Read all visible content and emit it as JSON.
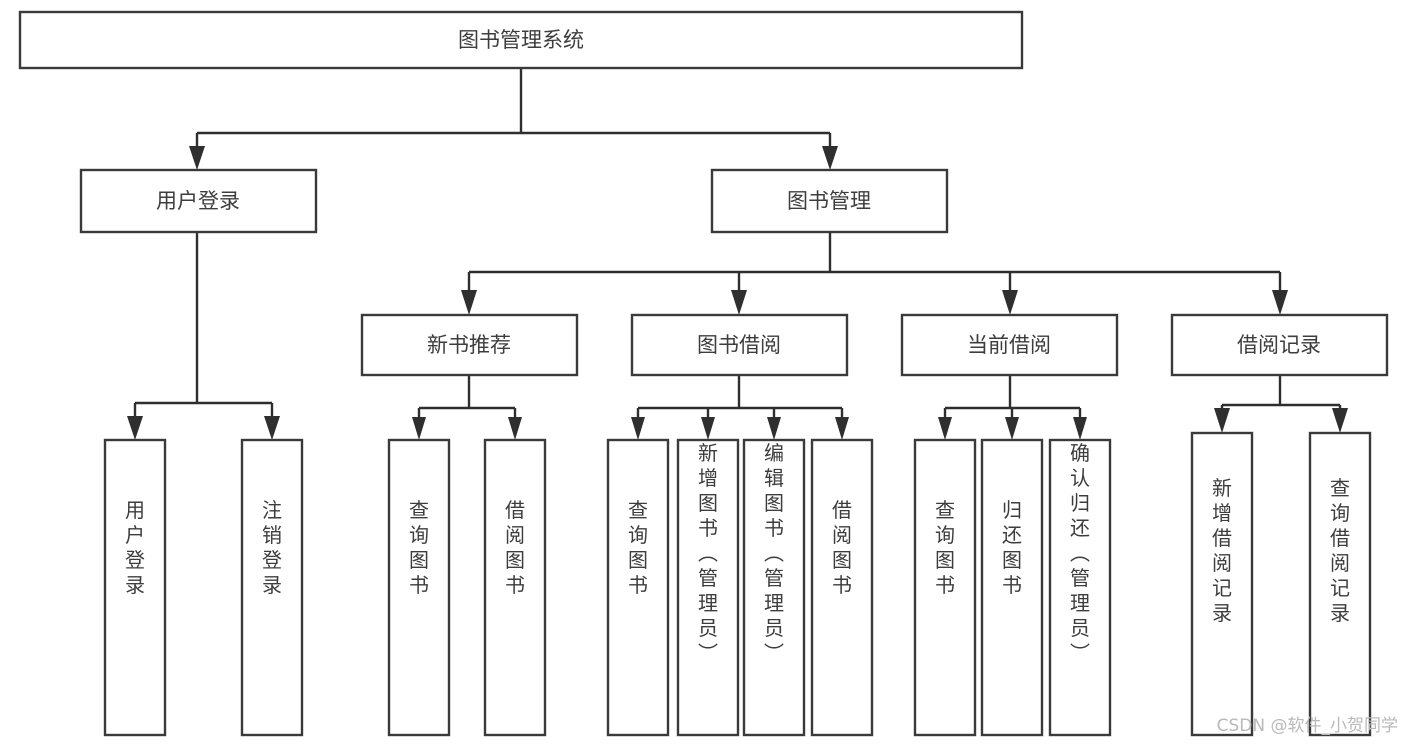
{
  "diagram": {
    "title_node": {
      "label": "图书管理系统"
    },
    "level2": [
      {
        "id": "user-login",
        "label": "用户登录"
      },
      {
        "id": "book-manage",
        "label": "图书管理"
      }
    ],
    "level3": [
      {
        "id": "new-book-recommend",
        "label": "新书推荐"
      },
      {
        "id": "book-borrow",
        "label": "图书借阅"
      },
      {
        "id": "current-borrow",
        "label": "当前借阅"
      },
      {
        "id": "borrow-record",
        "label": "借阅记录"
      }
    ],
    "leaves": [
      {
        "id": "leaf-user-login",
        "label": "用户登录",
        "parent": "user-login"
      },
      {
        "id": "leaf-logout-login",
        "label": "注销登录",
        "parent": "user-login"
      },
      {
        "id": "leaf-query-book-1",
        "label": "查询图书",
        "parent": "new-book-recommend"
      },
      {
        "id": "leaf-borrow-book-1",
        "label": "借阅图书",
        "parent": "new-book-recommend"
      },
      {
        "id": "leaf-query-book-2",
        "label": "查询图书",
        "parent": "book-borrow"
      },
      {
        "id": "leaf-add-book",
        "label": "新增图书（管理员）",
        "parent": "book-borrow"
      },
      {
        "id": "leaf-edit-book",
        "label": "编辑图书（管理员）",
        "parent": "book-borrow"
      },
      {
        "id": "leaf-borrow-book-2",
        "label": "借阅图书",
        "parent": "book-borrow"
      },
      {
        "id": "leaf-query-book-3",
        "label": "查询图书",
        "parent": "current-borrow"
      },
      {
        "id": "leaf-return-book",
        "label": "归还图书",
        "parent": "current-borrow"
      },
      {
        "id": "leaf-confirm-return",
        "label": "确认归还（管理员）",
        "parent": "current-borrow"
      },
      {
        "id": "leaf-add-record",
        "label": "新增借阅记录",
        "parent": "borrow-record"
      },
      {
        "id": "leaf-query-record",
        "label": "查询借阅记录",
        "parent": "borrow-record"
      }
    ]
  },
  "watermark": {
    "text": "CSDN @软件_小贺同学"
  },
  "colors": {
    "box_stroke": "#3a3a3a",
    "link_stroke": "#2f2f2f",
    "text": "#3d3d3d",
    "background": "#ffffff",
    "watermark": "#b9b9b9"
  }
}
